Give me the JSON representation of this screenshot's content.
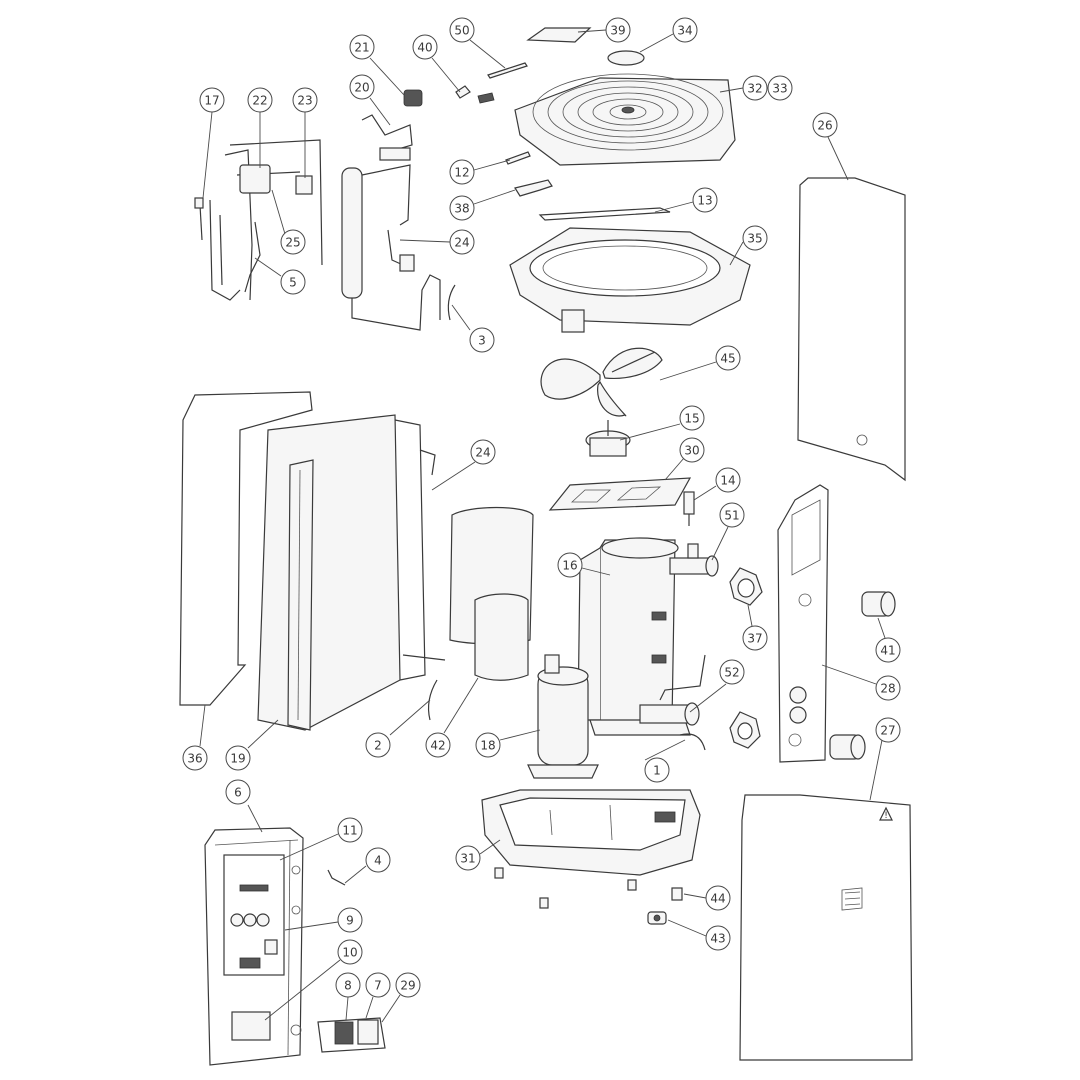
{
  "callouts": [
    {
      "label": "1"
    },
    {
      "label": "2"
    },
    {
      "label": "3"
    },
    {
      "label": "4"
    },
    {
      "label": "5"
    },
    {
      "label": "6"
    },
    {
      "label": "7"
    },
    {
      "label": "8"
    },
    {
      "label": "9"
    },
    {
      "label": "10"
    },
    {
      "label": "11"
    },
    {
      "label": "12"
    },
    {
      "label": "13"
    },
    {
      "label": "14"
    },
    {
      "label": "15"
    },
    {
      "label": "16"
    },
    {
      "label": "17"
    },
    {
      "label": "18"
    },
    {
      "label": "19"
    },
    {
      "label": "20"
    },
    {
      "label": "21"
    },
    {
      "label": "22"
    },
    {
      "label": "23"
    },
    {
      "label": "24"
    },
    {
      "label": "24"
    },
    {
      "label": "25"
    },
    {
      "label": "26"
    },
    {
      "label": "27"
    },
    {
      "label": "28"
    },
    {
      "label": "29"
    },
    {
      "label": "30"
    },
    {
      "label": "31"
    },
    {
      "label": "32"
    },
    {
      "label": "33"
    },
    {
      "label": "34"
    },
    {
      "label": "35"
    },
    {
      "label": "36"
    },
    {
      "label": "37"
    },
    {
      "label": "38"
    },
    {
      "label": "39"
    },
    {
      "label": "40"
    },
    {
      "label": "41"
    },
    {
      "label": "42"
    },
    {
      "label": "43"
    },
    {
      "label": "44"
    },
    {
      "label": "45"
    },
    {
      "label": "50"
    },
    {
      "label": "51"
    },
    {
      "label": "52"
    }
  ],
  "warning_symbol": "!"
}
